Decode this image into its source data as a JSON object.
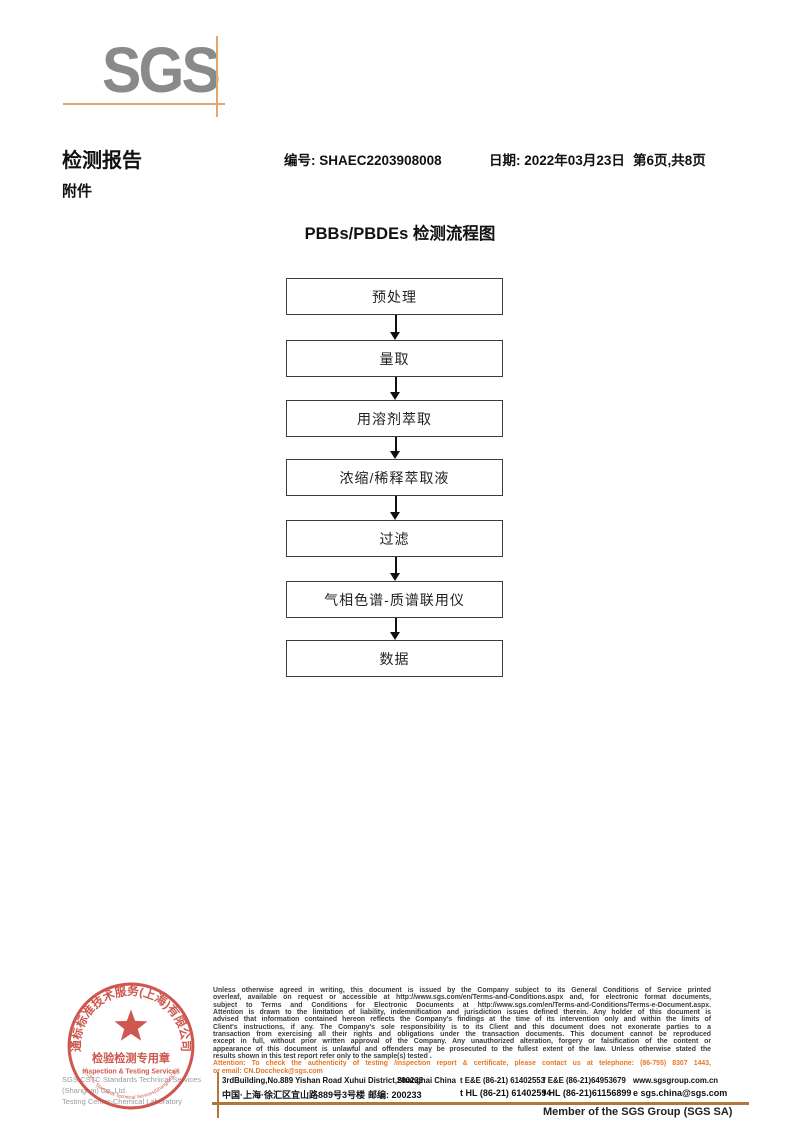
{
  "logo": {
    "text": "SGS"
  },
  "header": {
    "report_title": "检测报告",
    "no_label": "编号:",
    "no_value": "SHAEC2203908008",
    "date_label": "日期:",
    "date_value": "2022年03月23日",
    "page_info": "第6页,共8页",
    "attachment": "附件"
  },
  "flowchart": {
    "title": "PBBs/PBDEs 检测流程图",
    "steps": [
      "预处理",
      "量取",
      "用溶剂萃取",
      "浓缩/稀释萃取液",
      "过滤",
      "气相色谱-质谱联用仪",
      "数据"
    ]
  },
  "stamp": {
    "arc_top": "通标标准技术服务(上海)有限公司",
    "line1": "检验检测专用章",
    "line2": "Inspection & Testing Services",
    "arc_bottom": "SGS-CSTC Standards Technical Services(Shanghai)Co.,Ltd.",
    "color": "#c9463c"
  },
  "footer": {
    "company_line1": "SGS-CSTC Standards Technical Services (Shanghai) Co.,Ltd.",
    "company_line2": "Testing Center-Chemical Laboratory",
    "legal_lines": [
      "Unless otherwise agreed in writing, this document is issued by the Company subject to its General Conditions of Service printed",
      "overleaf, available on request or accessible at http://www.sgs.com/en/Terms-and-Conditions.aspx and, for electronic format documents,",
      "subject to Terms and Conditions for Electronic Documents at http://www.sgs.com/en/Terms-and-Conditions/Terms-e-Document.aspx.",
      "Attention is drawn to the limitation of liability, indemnification and jurisdiction issues defined therein. Any holder of this document is",
      "advised that information contained hereon reflects the Company's findings at the time of its intervention only and within the limits of",
      "Client's instructions, if any. The Company's sole responsibility is to its Client and this document does not exonerate parties to a",
      "transaction from exercising all their rights and obligations under the transaction documents. This document cannot be reproduced",
      "except in full, without prior written approval of the Company. Any unauthorized alteration, forgery or falsification of the content or",
      "appearance of this document is unlawful and offenders may be prosecuted to the fullest extent of the law. Unless otherwise stated the",
      "results shown in this test report refer only to the sample(s) tested ."
    ],
    "attention_line1": "Attention: To check the authenticity of testing /inspection report & certificate, please contact us at telephone: (86-755) 8307 1443,",
    "attention_line2": "or email: CN.Doccheck@sgs.com",
    "address_en": "3rdBuilding,No.889 Yishan Road Xuhui District,Shanghai China",
    "postal_en": "200233",
    "tel_en": "t E&E (86-21) 61402553",
    "fax_en": "f E&E (86-21)64953679",
    "web": "www.sgsgroup.com.cn",
    "address_cn": "中国·上海·徐汇区宜山路889号3号楼",
    "postal_cn": "邮编: 200233",
    "tel_cn": "t HL (86-21) 61402594",
    "fax_cn": "f HL (86-21)61156899",
    "email": "e sgs.china@sgs.com",
    "member": "Member of the SGS Group (SGS SA)"
  },
  "colors": {
    "logo_gray": "#8a8a8d",
    "crop_orange": "#e2a76f",
    "rule_brown": "#b0763c",
    "stamp_red": "#c9463c",
    "attention_orange": "#e87722"
  }
}
